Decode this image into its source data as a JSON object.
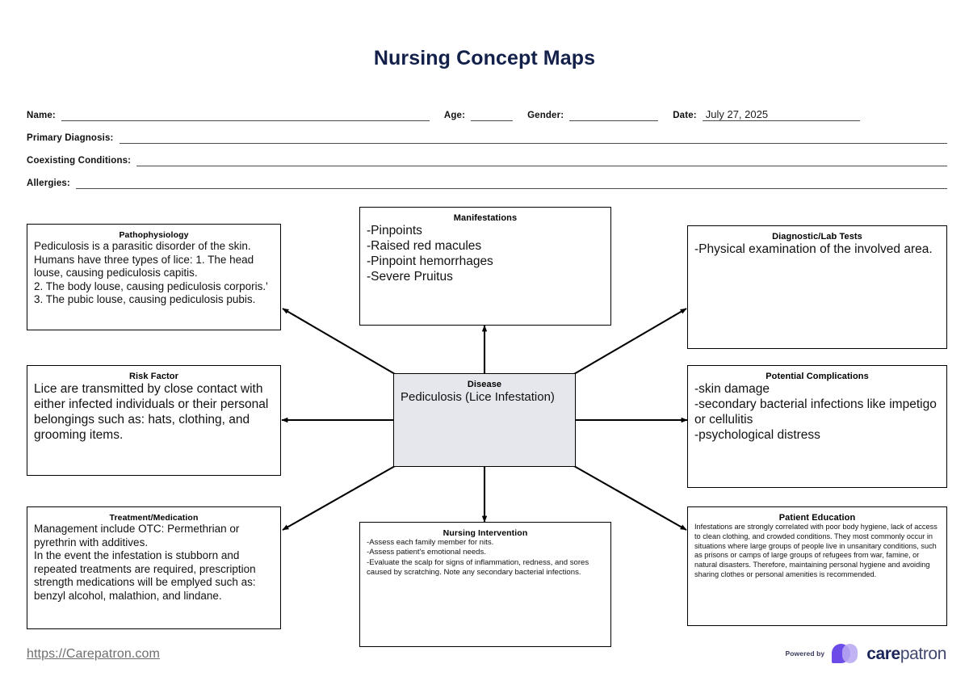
{
  "document": {
    "title": "Nursing Concept Maps",
    "footer_url": "https://Carepatron.com",
    "brand": {
      "powered_by": "Powered by",
      "name_bold": "care",
      "name_light": "patron",
      "accent_color": "#6C4BE8",
      "accent_light": "#b9a8f2"
    },
    "title_color": "#13204a"
  },
  "form": {
    "name_label": "Name:",
    "name_value": "",
    "age_label": "Age:",
    "age_value": "",
    "gender_label": "Gender:",
    "gender_value": "",
    "date_label": "Date:",
    "date_value": "July 27, 2025",
    "primary_diagnosis_label": "Primary Diagnosis:",
    "primary_diagnosis_value": "",
    "coexisting_conditions_label": "Coexisting Conditions:",
    "coexisting_conditions_value": "",
    "allergies_label": "Allergies:",
    "allergies_value": ""
  },
  "map": {
    "center": {
      "title": "Disease",
      "body": "Pediculosis (Lice Infestation)",
      "fill_color": "#e6e7ec"
    },
    "pathophysiology": {
      "title": "Pathophysiology",
      "body": "Pediculosis is a parasitic disorder of the skin. Humans have three types of lice: 1. The head louse, causing pediculosis capitis.\n2. The body louse, causing pediculosis corporis.'\n3. The pubic louse, causing pediculosis pubis."
    },
    "manifestations": {
      "title": "Manifestations",
      "body": "-Pinpoints\n-Raised red macules\n-Pinpoint hemorrhages\n-Severe Pruitus"
    },
    "diagnostic_lab_tests": {
      "title": "Diagnostic/Lab Tests",
      "body": "-Physical examination of the involved area."
    },
    "risk_factor": {
      "title": "Risk Factor",
      "body": "Lice are transmitted by close contact with either infected individuals or their personal belongings such as: hats, clothing, and grooming items."
    },
    "potential_complications": {
      "title": "Potential Complications",
      "body": "-skin damage\n-secondary bacterial infections like impetigo or cellulitis\n-psychological distress"
    },
    "treatment_medication": {
      "title": "Treatment/Medication",
      "body": "Management include OTC: Permethrian or pyrethrin with additives.\nIn the event the infestation is stubborn and repeated treatments are required, prescription strength medications will be emplyed such as: benzyl alcohol, malathion, and lindane."
    },
    "nursing_intervention": {
      "title": "Nursing Intervention",
      "body": "-Assess each family member for nits.\n-Assess patient's emotional needs.\n-Evaluate the scalp for signs of inflammation, redness, and sores caused by scratching. Note any secondary bacterial infections."
    },
    "patient_education": {
      "title": "Patient Education",
      "body": "Infestations are strongly correlated with poor body hygiene, lack of access to clean clothing, and crowded conditions. They most commonly occur in situations where large groups of people live in unsanitary conditions, such as prisons or camps of large groups of refugees from war, famine, or natural disasters. Therefore, maintaining personal hygiene and avoiding sharing clothes or personal amenities is recommended."
    }
  }
}
